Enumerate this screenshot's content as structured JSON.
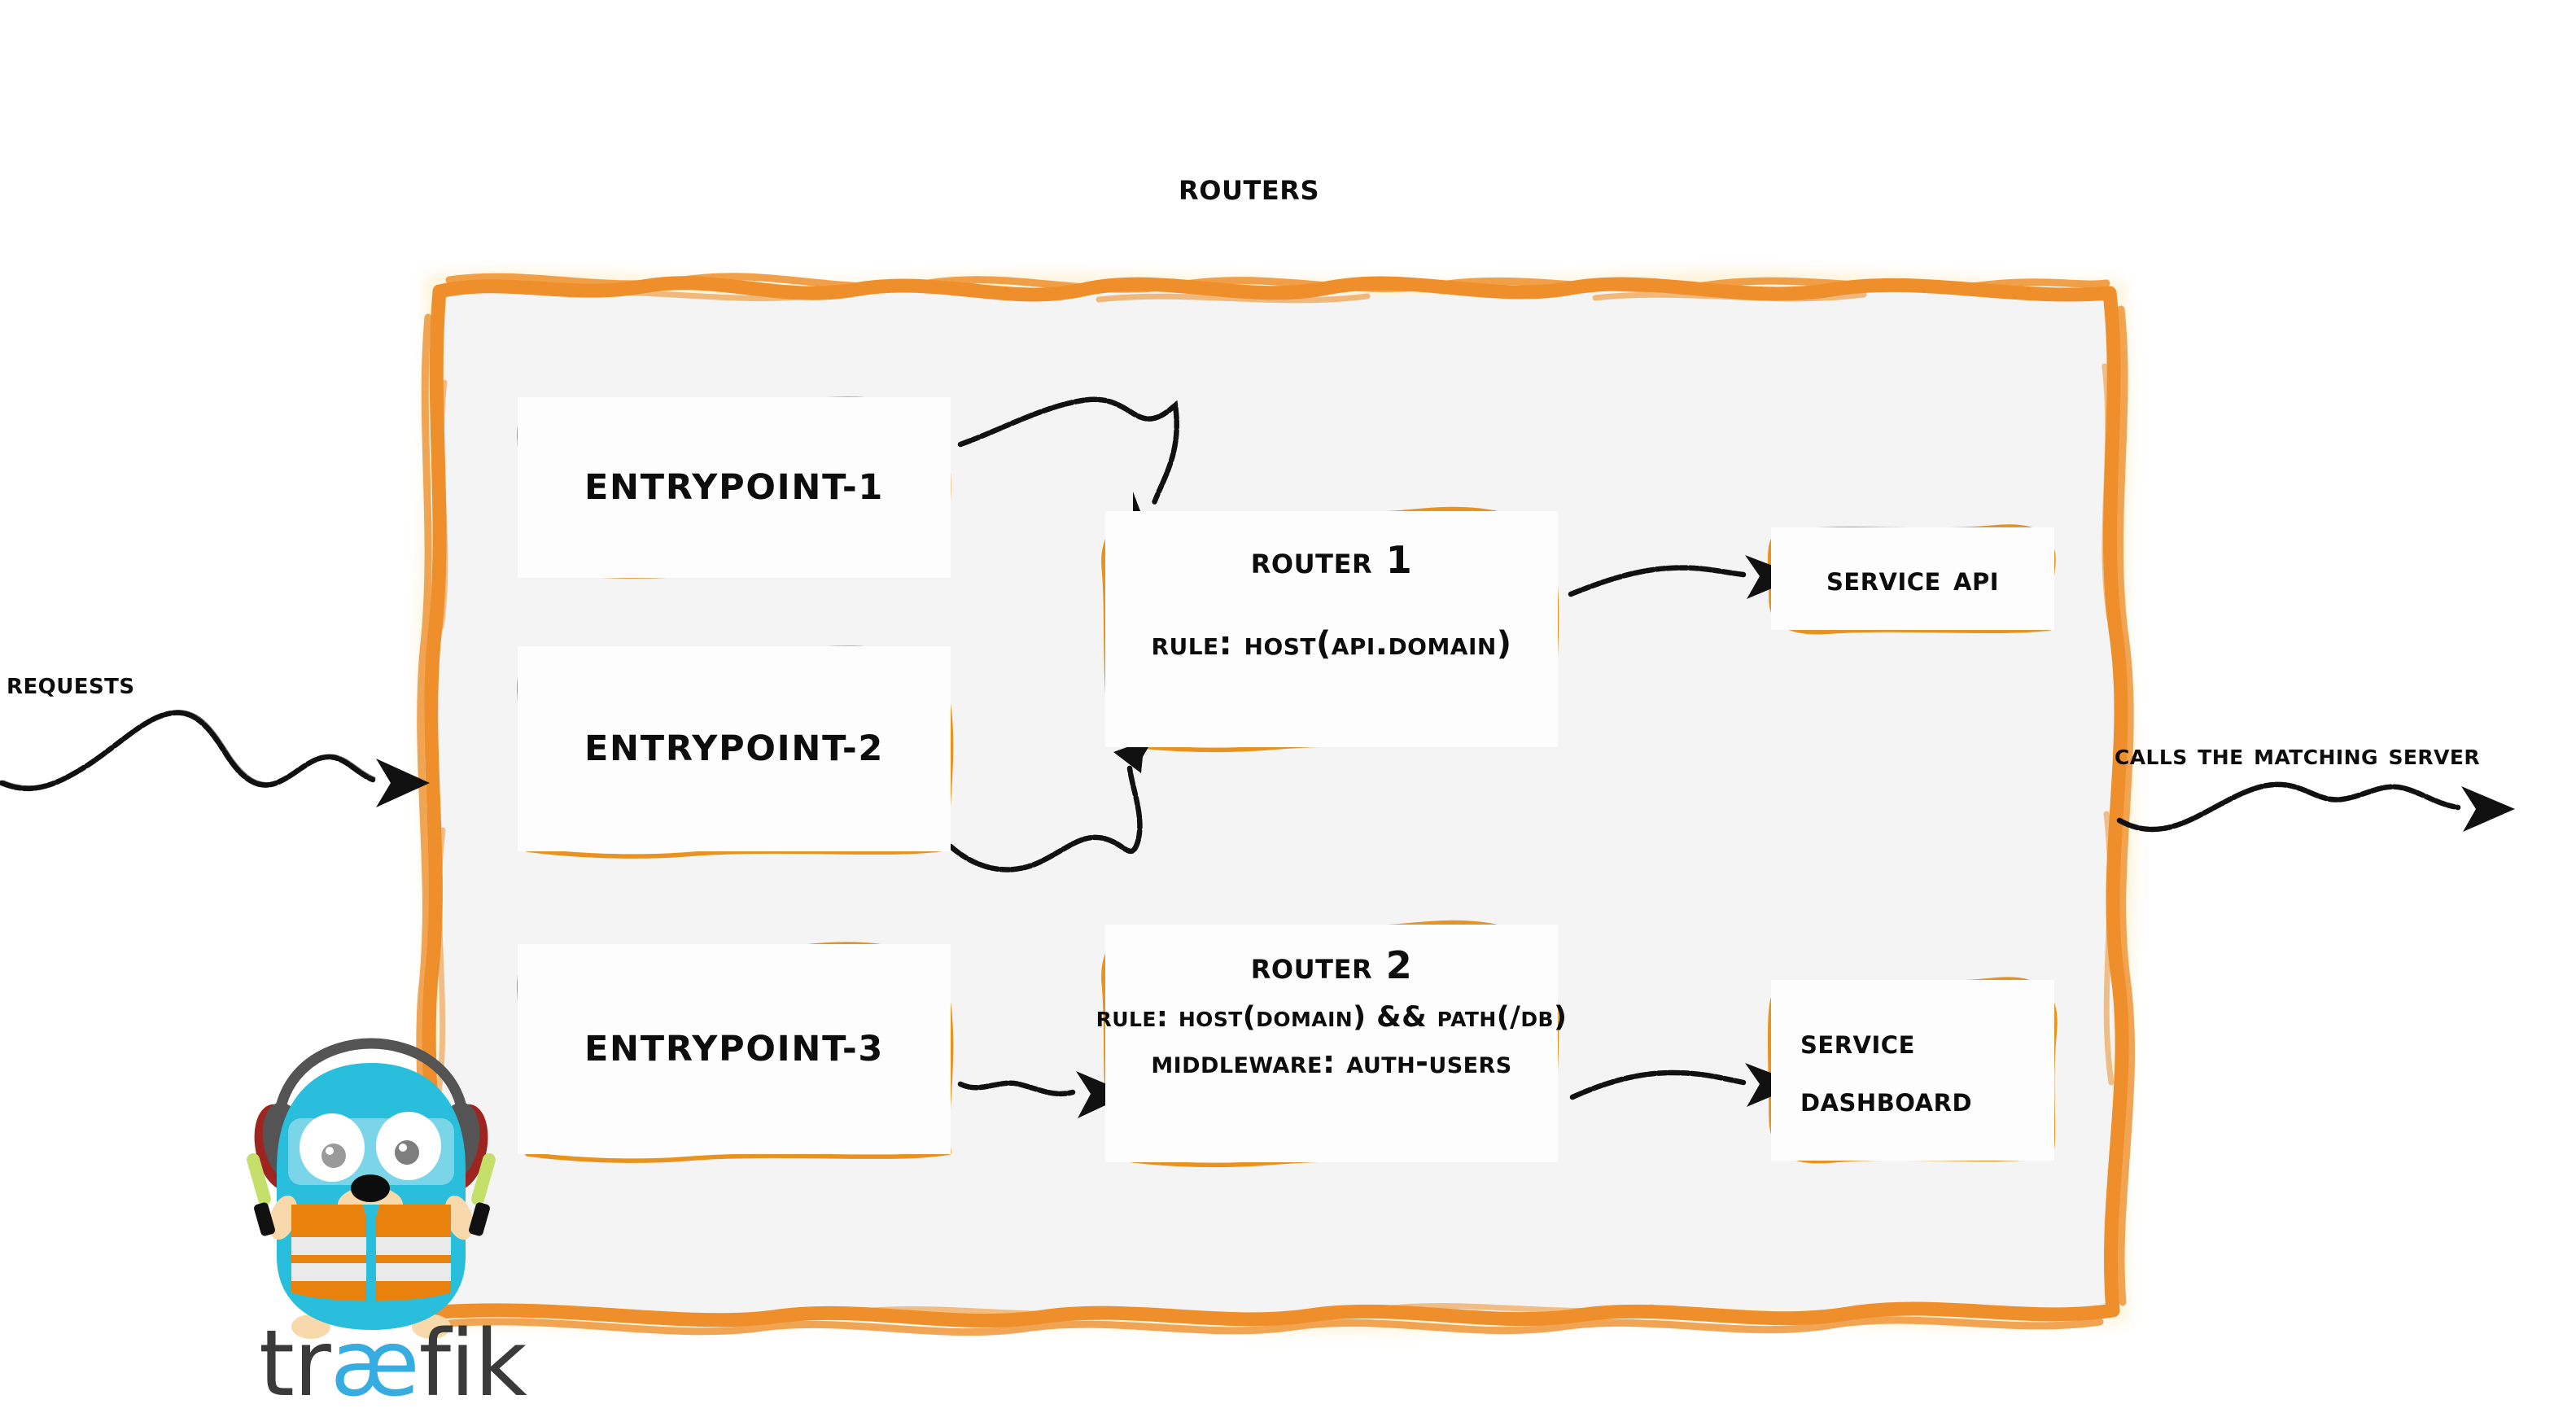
{
  "diagram": {
    "title": "Routers",
    "type": "traefik-routing-architecture",
    "colors": {
      "container_border": "#ee8f2c",
      "container_fill": "#f4f4f4",
      "node_border": "#e8921f",
      "node_fill": "#fdfdfd",
      "arrow": "#111111",
      "text": "#0d0d0d",
      "gopher_body": "#29bedb",
      "gopher_vest": "#e8820c",
      "gopher_headphones": "#545454",
      "gopher_headphone_cushion": "#9e2420",
      "gopher_wand": "#c4e06a",
      "logo_text": "#3a3a3a",
      "logo_accent": "#37ace0"
    }
  },
  "labels": {
    "requests": "Requests",
    "calls_server": "Calls the matching server"
  },
  "entrypoints": [
    {
      "id": "entrypoint-1",
      "label": "entrypoint-1"
    },
    {
      "id": "entrypoint-2",
      "label": "entrypoint-2"
    },
    {
      "id": "entrypoint-3",
      "label": "entrypoint-3"
    }
  ],
  "routers": [
    {
      "id": "router-1",
      "title": "Router 1",
      "rule": "rule: Host(api.domain)",
      "middleware": null
    },
    {
      "id": "router-2",
      "title": "Router 2",
      "rule": "rule: Host(domain) && Path(/db)",
      "middleware": "Middleware: auth-users"
    }
  ],
  "services": [
    {
      "id": "service-api",
      "line1": "Service API",
      "line2": ""
    },
    {
      "id": "service-dashboard",
      "line1": "Service",
      "line2": "Dashboard"
    }
  ],
  "logo": {
    "part1": "tr",
    "accent": "æ",
    "part2": "fik"
  },
  "icons": {
    "gopher": "traefik-gopher-mascot",
    "arrow_in": "wavy-arrow-right",
    "arrow_out": "wavy-arrow-right"
  }
}
